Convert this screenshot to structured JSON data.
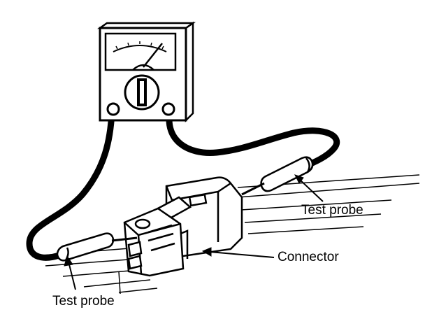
{
  "labels": {
    "probe_right": "Test probe",
    "probe_left": "Test probe",
    "connector": "Connector"
  },
  "colors": {
    "ink": "#000000",
    "paper": "#ffffff"
  }
}
